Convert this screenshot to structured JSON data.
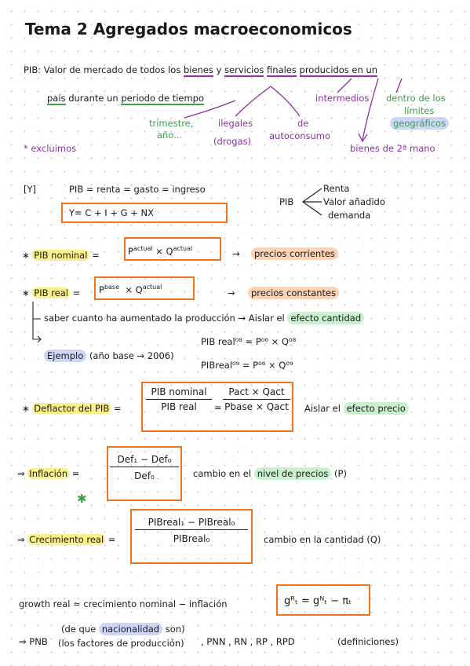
{
  "title": "Tema 2   Agregados macroeconomicos",
  "pib_def": {
    "line1_lead": "PIB: Valor de mercado de todos los",
    "bienes": "bienes",
    "y": "y",
    "servicios": "servicios",
    "finales": "finales",
    "producidos": "producidos en un",
    "pais": "país",
    "durante": "durante un",
    "periodo": "periodo de tiempo",
    "intermedios": "intermedios",
    "dentro": "dentro de los",
    "limites": "límites",
    "geograficos": "geográficos",
    "trimestre": "trimestre,",
    "ano": "año...",
    "ilegales": "ilegales",
    "drogas": "(drogas)",
    "de": "de",
    "autoconsumo": "autoconsumo",
    "segunda_mano": "bienes de 2ª mano",
    "excluimos": "* excluimos"
  },
  "identity": {
    "label": "[Y]",
    "equation": "PIB = renta = gasto = ingreso",
    "formula": "Y=  C  +  I  +  G  +  NX",
    "pib": "PIB",
    "renta": "Renta",
    "valor": "Valor añadido",
    "demanda": "demanda"
  },
  "nominal": {
    "label": "PIB nominal",
    "p": "P",
    "p_sup": "actual",
    "q": "Q",
    "q_sup": "actual",
    "arrow": "→",
    "result": "precios corrientes"
  },
  "real": {
    "label": "PIB real",
    "p": "P",
    "p_sup": "base",
    "q": "Q",
    "q_sup": "actual",
    "arrow": "→",
    "result": "precios constantes",
    "saber_lead": "saber cuanto ha aumentado la producción → Aislar el",
    "efecto_cantidad": "efecto cantidad",
    "ejemplo": "Ejemplo",
    "ejemplo_rest": "(año base → 2006)",
    "eq1": "PIB real⁰⁸ = P⁰⁶ × Q⁰⁸",
    "eq2": "PIBreal⁰⁹ = P⁰⁶ × Q⁰⁹"
  },
  "deflactor": {
    "label": "Deflactor del PIB",
    "num1": "PIB nominal",
    "den1": "PIB real",
    "num2": "Pact × Qact",
    "den2": "Pbase × Qact",
    "aislar": "Aislar el",
    "efecto_precio": "efecto precio"
  },
  "inflacion": {
    "label": "Inflación",
    "num": "Def₁ − Def₀",
    "den": "Def₀",
    "cambio": "cambio en el",
    "nivel": "nivel de precios",
    "p": "(P)",
    "star": "✱"
  },
  "crecimiento": {
    "label": "Crecimiento real",
    "num": "PIBreal₁ − PIBreal₀",
    "den": "PIBreal₀",
    "cambio": "cambio en la cantidad (Q)"
  },
  "growth": {
    "text": "growth real ≈ crecimiento nominal − inflación",
    "formula": "gᴿₜ = gᴺₜ − πₜ"
  },
  "pnb": {
    "arrow": "⇒ PNB",
    "line1_a": "(de que",
    "nacionalidad": "nacionalidad",
    "line1_b": "son)",
    "line2": "(los factores de producción)",
    "rest": ", PNN , RN , RP , RPD",
    "definiciones": "(definiciones)"
  }
}
